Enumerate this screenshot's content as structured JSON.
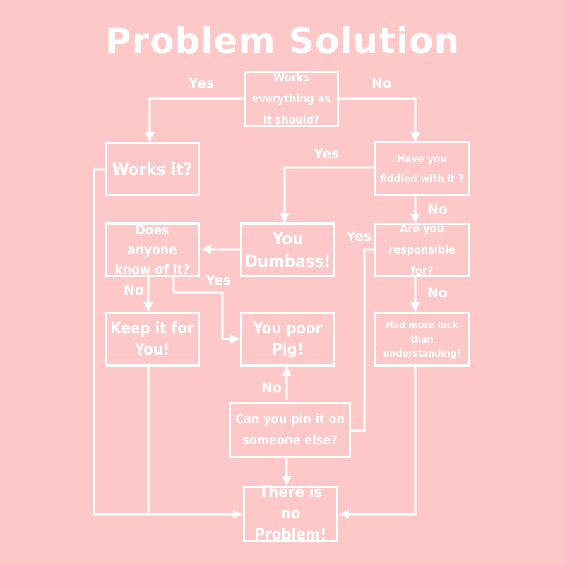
{
  "title": "Problem Solution",
  "colors": {
    "background": "#ffc8c8",
    "line": "#ffffff",
    "text": "#ffffff"
  },
  "nodes": {
    "works_everything": "Works everything as it should?",
    "works_it": "Works it?",
    "fiddled": "Have you fiddled with it ?",
    "dumbass": "You Dumbass!",
    "anyone_know": "Does anyone know of it?",
    "responsible": "Are you responsible for?",
    "keep_it": "Keep it for You!",
    "poor_pig": "You poor Pig!",
    "more_luck": "Had more luck than understanding!",
    "pin_it": "Can you pin it on someone else?",
    "no_problem": "There is no Problem!"
  },
  "edges": {
    "works_yes": "Yes",
    "works_no": "No",
    "fiddled_yes": "Yes",
    "fiddled_no": "No",
    "responsible_yes": "Yes",
    "responsible_no": "No",
    "anyone_no": "No",
    "anyone_yes": "Yes",
    "pin_no": "No"
  }
}
